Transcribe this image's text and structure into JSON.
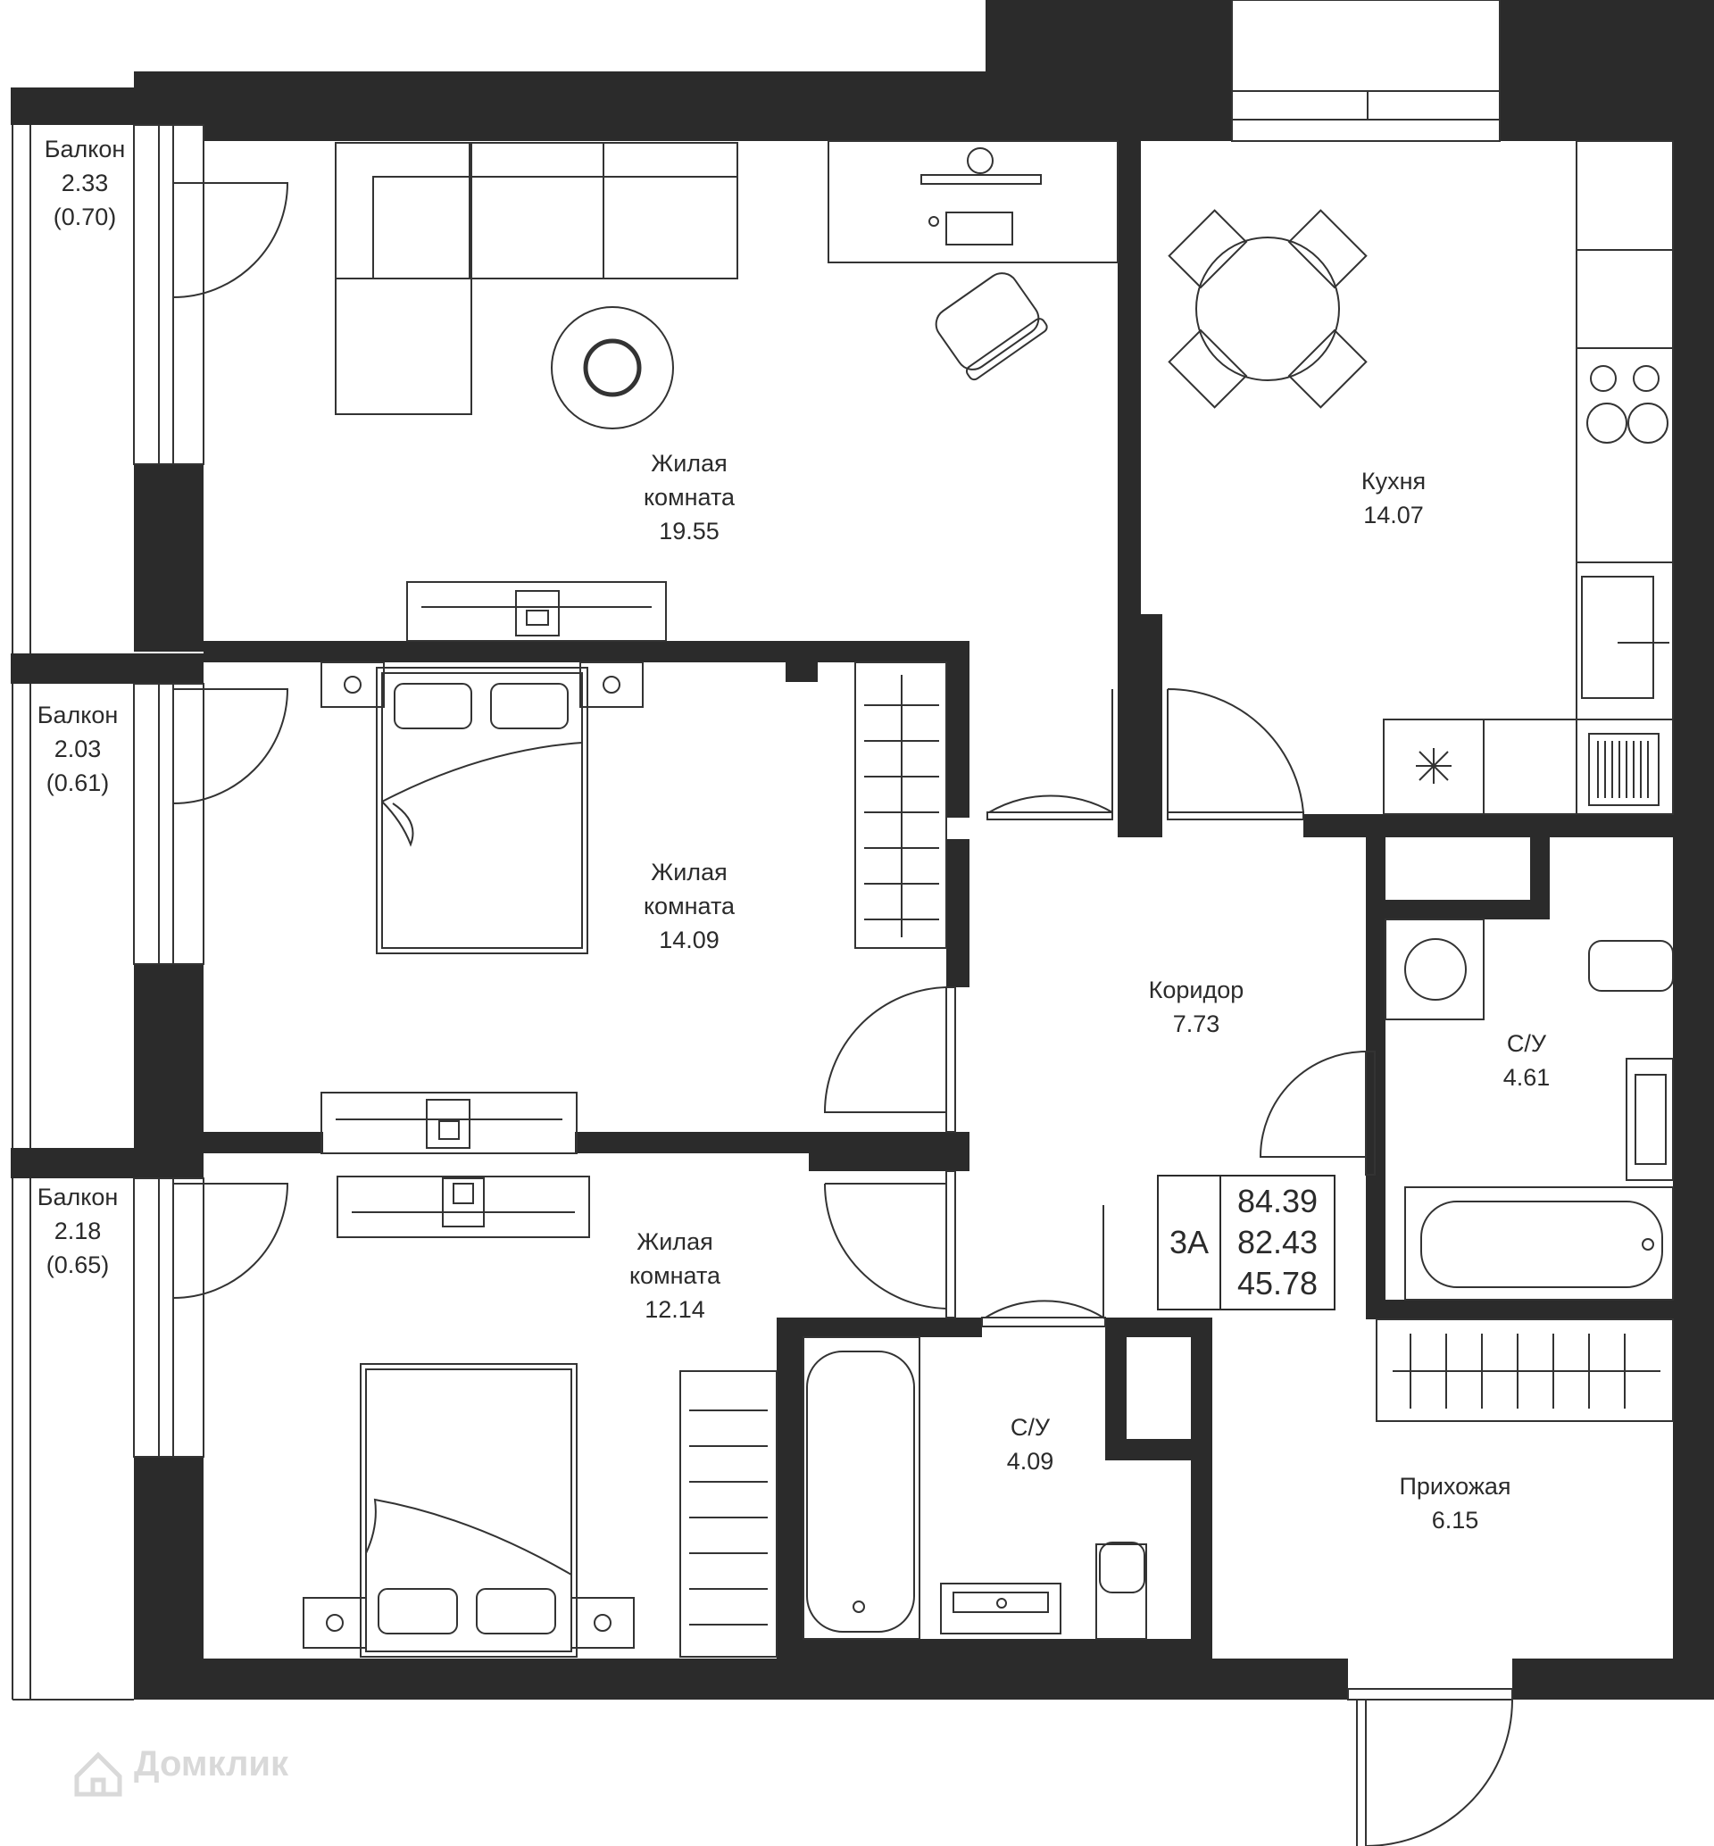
{
  "rooms": {
    "balcony1": {
      "name": "Балкон",
      "area": "2.33",
      "area_sub": "(0.70)"
    },
    "balcony2": {
      "name": "Балкон",
      "area": "2.03",
      "area_sub": "(0.61)"
    },
    "balcony3": {
      "name": "Балкон",
      "area": "2.18",
      "area_sub": "(0.65)"
    },
    "living1": {
      "name1": "Жилая",
      "name2": "комната",
      "area": "19.55"
    },
    "living2": {
      "name1": "Жилая",
      "name2": "комната",
      "area": "14.09"
    },
    "living3": {
      "name1": "Жилая",
      "name2": "комната",
      "area": "12.14"
    },
    "kitchen": {
      "name": "Кухня",
      "area": "14.07"
    },
    "corridor": {
      "name": "Коридор",
      "area": "7.73"
    },
    "bath1": {
      "name": "С/У",
      "area": "4.61"
    },
    "bath2": {
      "name": "С/У",
      "area": "4.09"
    },
    "hall": {
      "name": "Прихожая",
      "area": "6.15"
    }
  },
  "summary": {
    "type": "3А",
    "total_area": "84.39",
    "area_no_balcony": "82.43",
    "living_area": "45.78"
  },
  "watermark": {
    "text": "Домклик"
  },
  "colors": {
    "wall": "#2b2b2b",
    "line": "#333333",
    "background": "#ffffff",
    "watermark": "#d9d9d9"
  }
}
